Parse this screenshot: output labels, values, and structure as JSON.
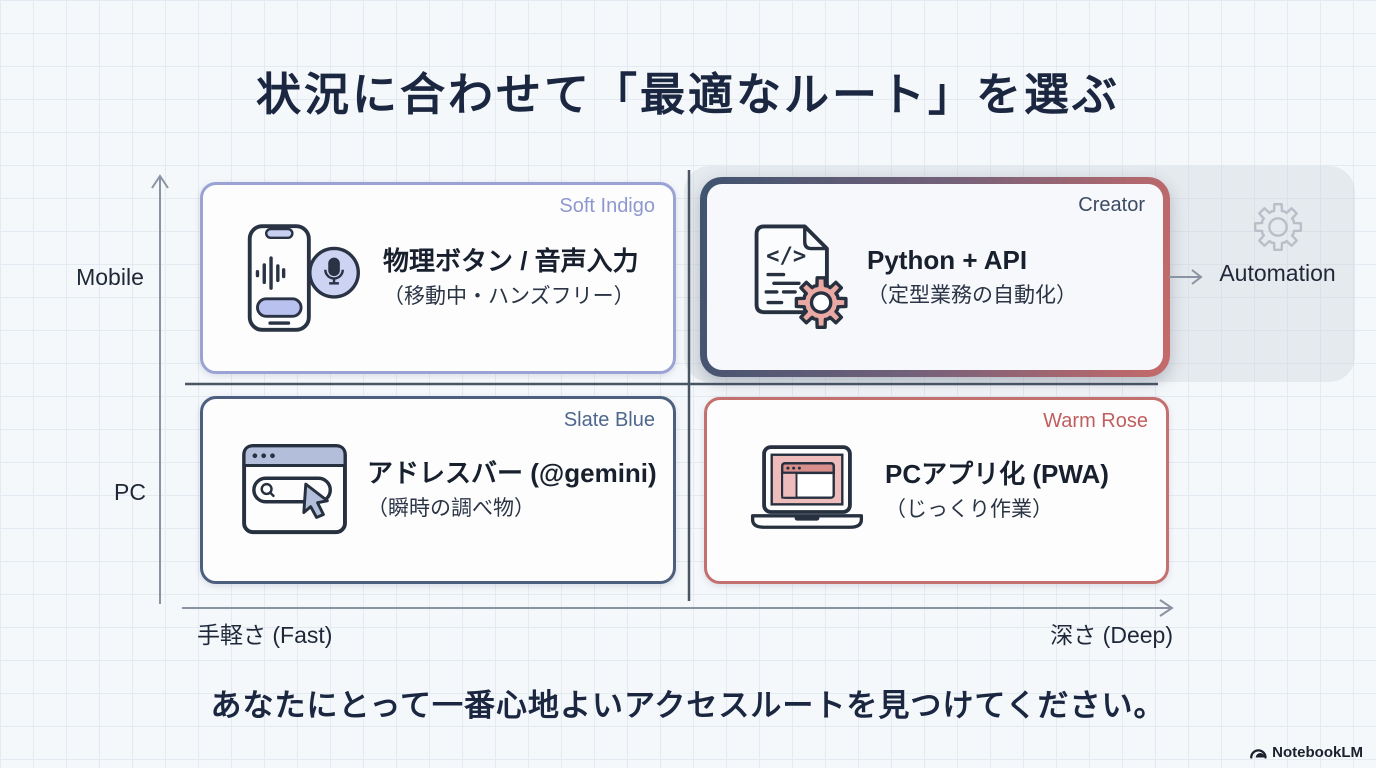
{
  "title": "状況に合わせて「最適なルート」を選ぶ",
  "tagline": "あなたにとって一番心地よいアクセスルートを見つけてください。",
  "axes": {
    "y_top_label": "Mobile",
    "y_bottom_label": "PC",
    "x_left_label": "手軽さ (Fast)",
    "x_right_label": "深さ (Deep)"
  },
  "quadrants": [
    {
      "position": "mobile-fast",
      "tag": "Soft Indigo",
      "tag_color": "#8e98cf",
      "border_color": "#9aa3d4",
      "title": "物理ボタン / 音声入力",
      "subtitle": "（移動中・ハンズフリー）",
      "icon": "phone-voice-icon"
    },
    {
      "position": "mobile-deep",
      "tag": "Creator",
      "tag_color": "#3c4b64",
      "border_gradient": [
        "#3f536f",
        "#c66a69"
      ],
      "title": "Python + API",
      "subtitle": "（定型業務の自動化）",
      "icon": "code-document-gear-icon"
    },
    {
      "position": "pc-fast",
      "tag": "Slate Blue",
      "tag_color": "#4f678c",
      "border_color": "#4d5f7e",
      "title": "アドレスバー (@gemini)",
      "subtitle": "（瞬時の調べ物）",
      "icon": "browser-address-bar-icon"
    },
    {
      "position": "pc-deep",
      "tag": "Warm Rose",
      "tag_color": "#c05f5e",
      "border_color": "#c4706e",
      "title": "PCアプリ化 (PWA)",
      "subtitle": "（じっくり作業）",
      "icon": "laptop-pwa-icon"
    }
  ],
  "automation": {
    "label": "Automation",
    "icon": "gear-icon"
  },
  "watermark": {
    "brand": "NotebookLM"
  },
  "colors": {
    "background": "#f5f8fb",
    "grid_line": "#e4eaf1",
    "dark_text": "#1b2740",
    "soft_indigo": "#9aa3d4",
    "slate_blue": "#4d5f7e",
    "warm_rose": "#c4706e",
    "creator_gradient_left": "#3f536f",
    "creator_gradient_right": "#c66a69",
    "axis_gray": "#8a93a2",
    "divider_gray": "#4a5564",
    "highlight_panel": "#cbd1da"
  }
}
